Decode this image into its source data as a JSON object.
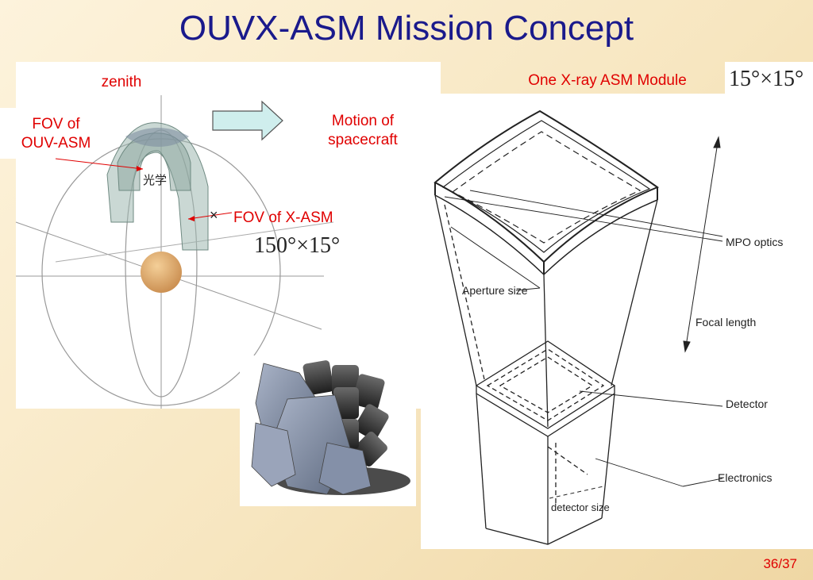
{
  "slide": {
    "title": "OUVX-ASM Mission Concept",
    "page_number": "36/37"
  },
  "left_panel": {
    "zenith_label": "zenith",
    "fov_ouv_label": "FOV of\nOUV-ASM",
    "motion_label": "Motion of\nspacecraft",
    "fov_x_label": "FOV of X-ASM",
    "x_fov_size": "150°×15°",
    "optics_cjk": "光学",
    "cross_mark": "×"
  },
  "right_panel": {
    "module_title": "One X-ray ASM Module",
    "module_fov_size": "15°×15°",
    "callouts": {
      "mpo_optics": "MPO optics",
      "aperture_size": "Aperture size",
      "focal_length": "Focal length",
      "detector": "Detector",
      "electronics": "Electronics",
      "detector_size": "detector size"
    }
  },
  "colors": {
    "title": "#1a1a8c",
    "label_red": "#e00000",
    "arrow_fill": "#cfeeed",
    "fov_band": "#9fb8b0",
    "earth": "#d9a066"
  }
}
